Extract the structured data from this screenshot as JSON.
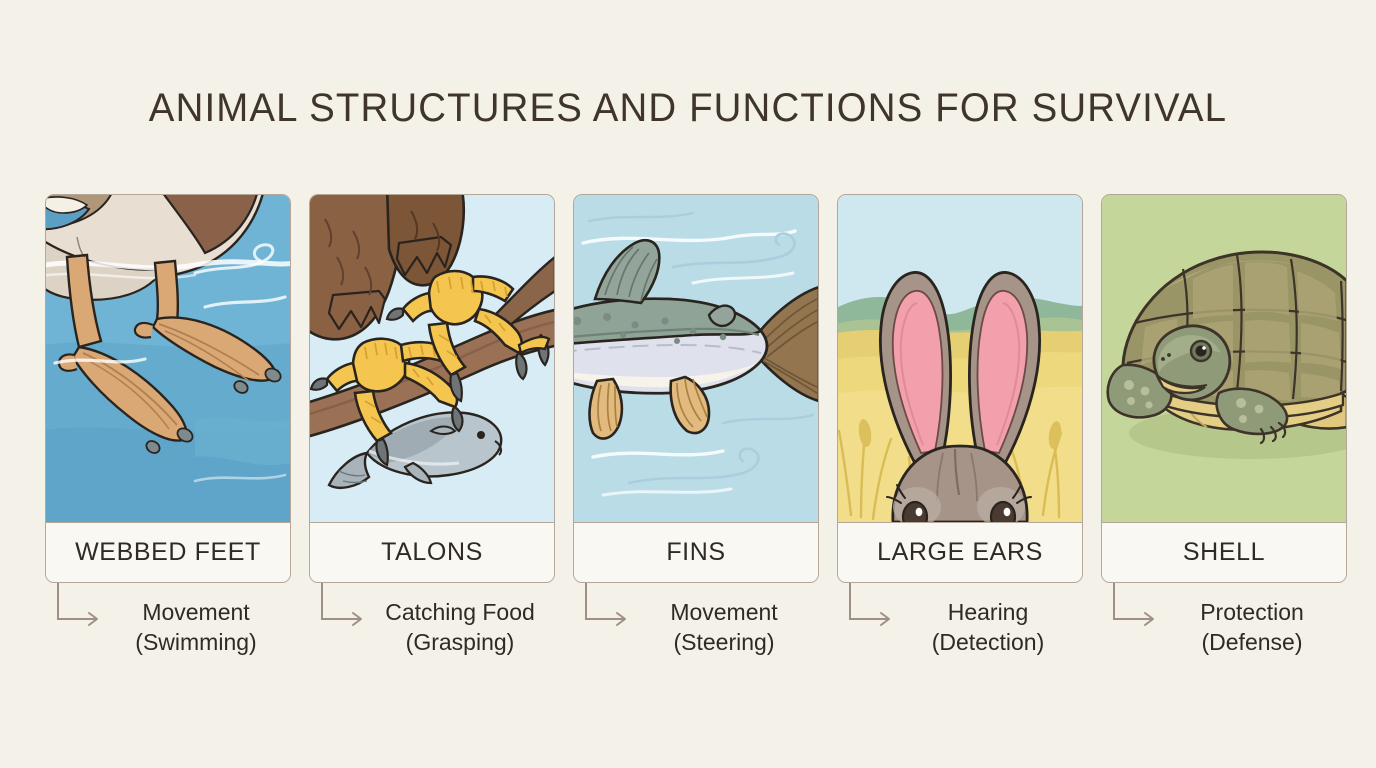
{
  "header": {
    "title": "ANIMAL STRUCTURES AND FUNCTIONS FOR SURVIVAL"
  },
  "colors": {
    "page_background": "#f4f1e8",
    "title_text": "#3f352c",
    "card_border": "#b3a79c",
    "card_label_background": "#faf8f3",
    "label_text": "#2f2a25",
    "connector": "#a08f86"
  },
  "cards": [
    {
      "id": "webbed-feet",
      "label": "WEBBED FEET",
      "function_line1": "Movement",
      "function_line2": "(Swimming)",
      "illustration": "duck-webbed-feet-in-water",
      "scene_background": "#6fb4d4",
      "accent": "#d9a875"
    },
    {
      "id": "talons",
      "label": "TALONS",
      "function_line1": "Catching Food",
      "function_line2": "(Grasping)",
      "illustration": "eagle-talons-gripping-branch-and-fish",
      "scene_background": "#d8ecf5",
      "accent": "#f5c64f"
    },
    {
      "id": "fins",
      "label": "FINS",
      "function_line1": "Movement",
      "function_line2": "(Steering)",
      "illustration": "trout-with-fins-in-current",
      "scene_background": "#b9dce7",
      "accent": "#8fa396"
    },
    {
      "id": "large-ears",
      "label": "LARGE EARS",
      "function_line1": "Hearing",
      "function_line2": "(Detection)",
      "illustration": "rabbit-ears-above-grass",
      "scene_background": "#cfe7ef",
      "accent": "#f2a0ab"
    },
    {
      "id": "shell",
      "label": "SHELL",
      "function_line1": "Protection",
      "function_line2": "(Defense)",
      "illustration": "tortoise-with-shell",
      "scene_background": "#c5d69a",
      "accent": "#9a9566"
    }
  ],
  "icons": {
    "connector_arrow": "elbow-arrow-icon"
  }
}
